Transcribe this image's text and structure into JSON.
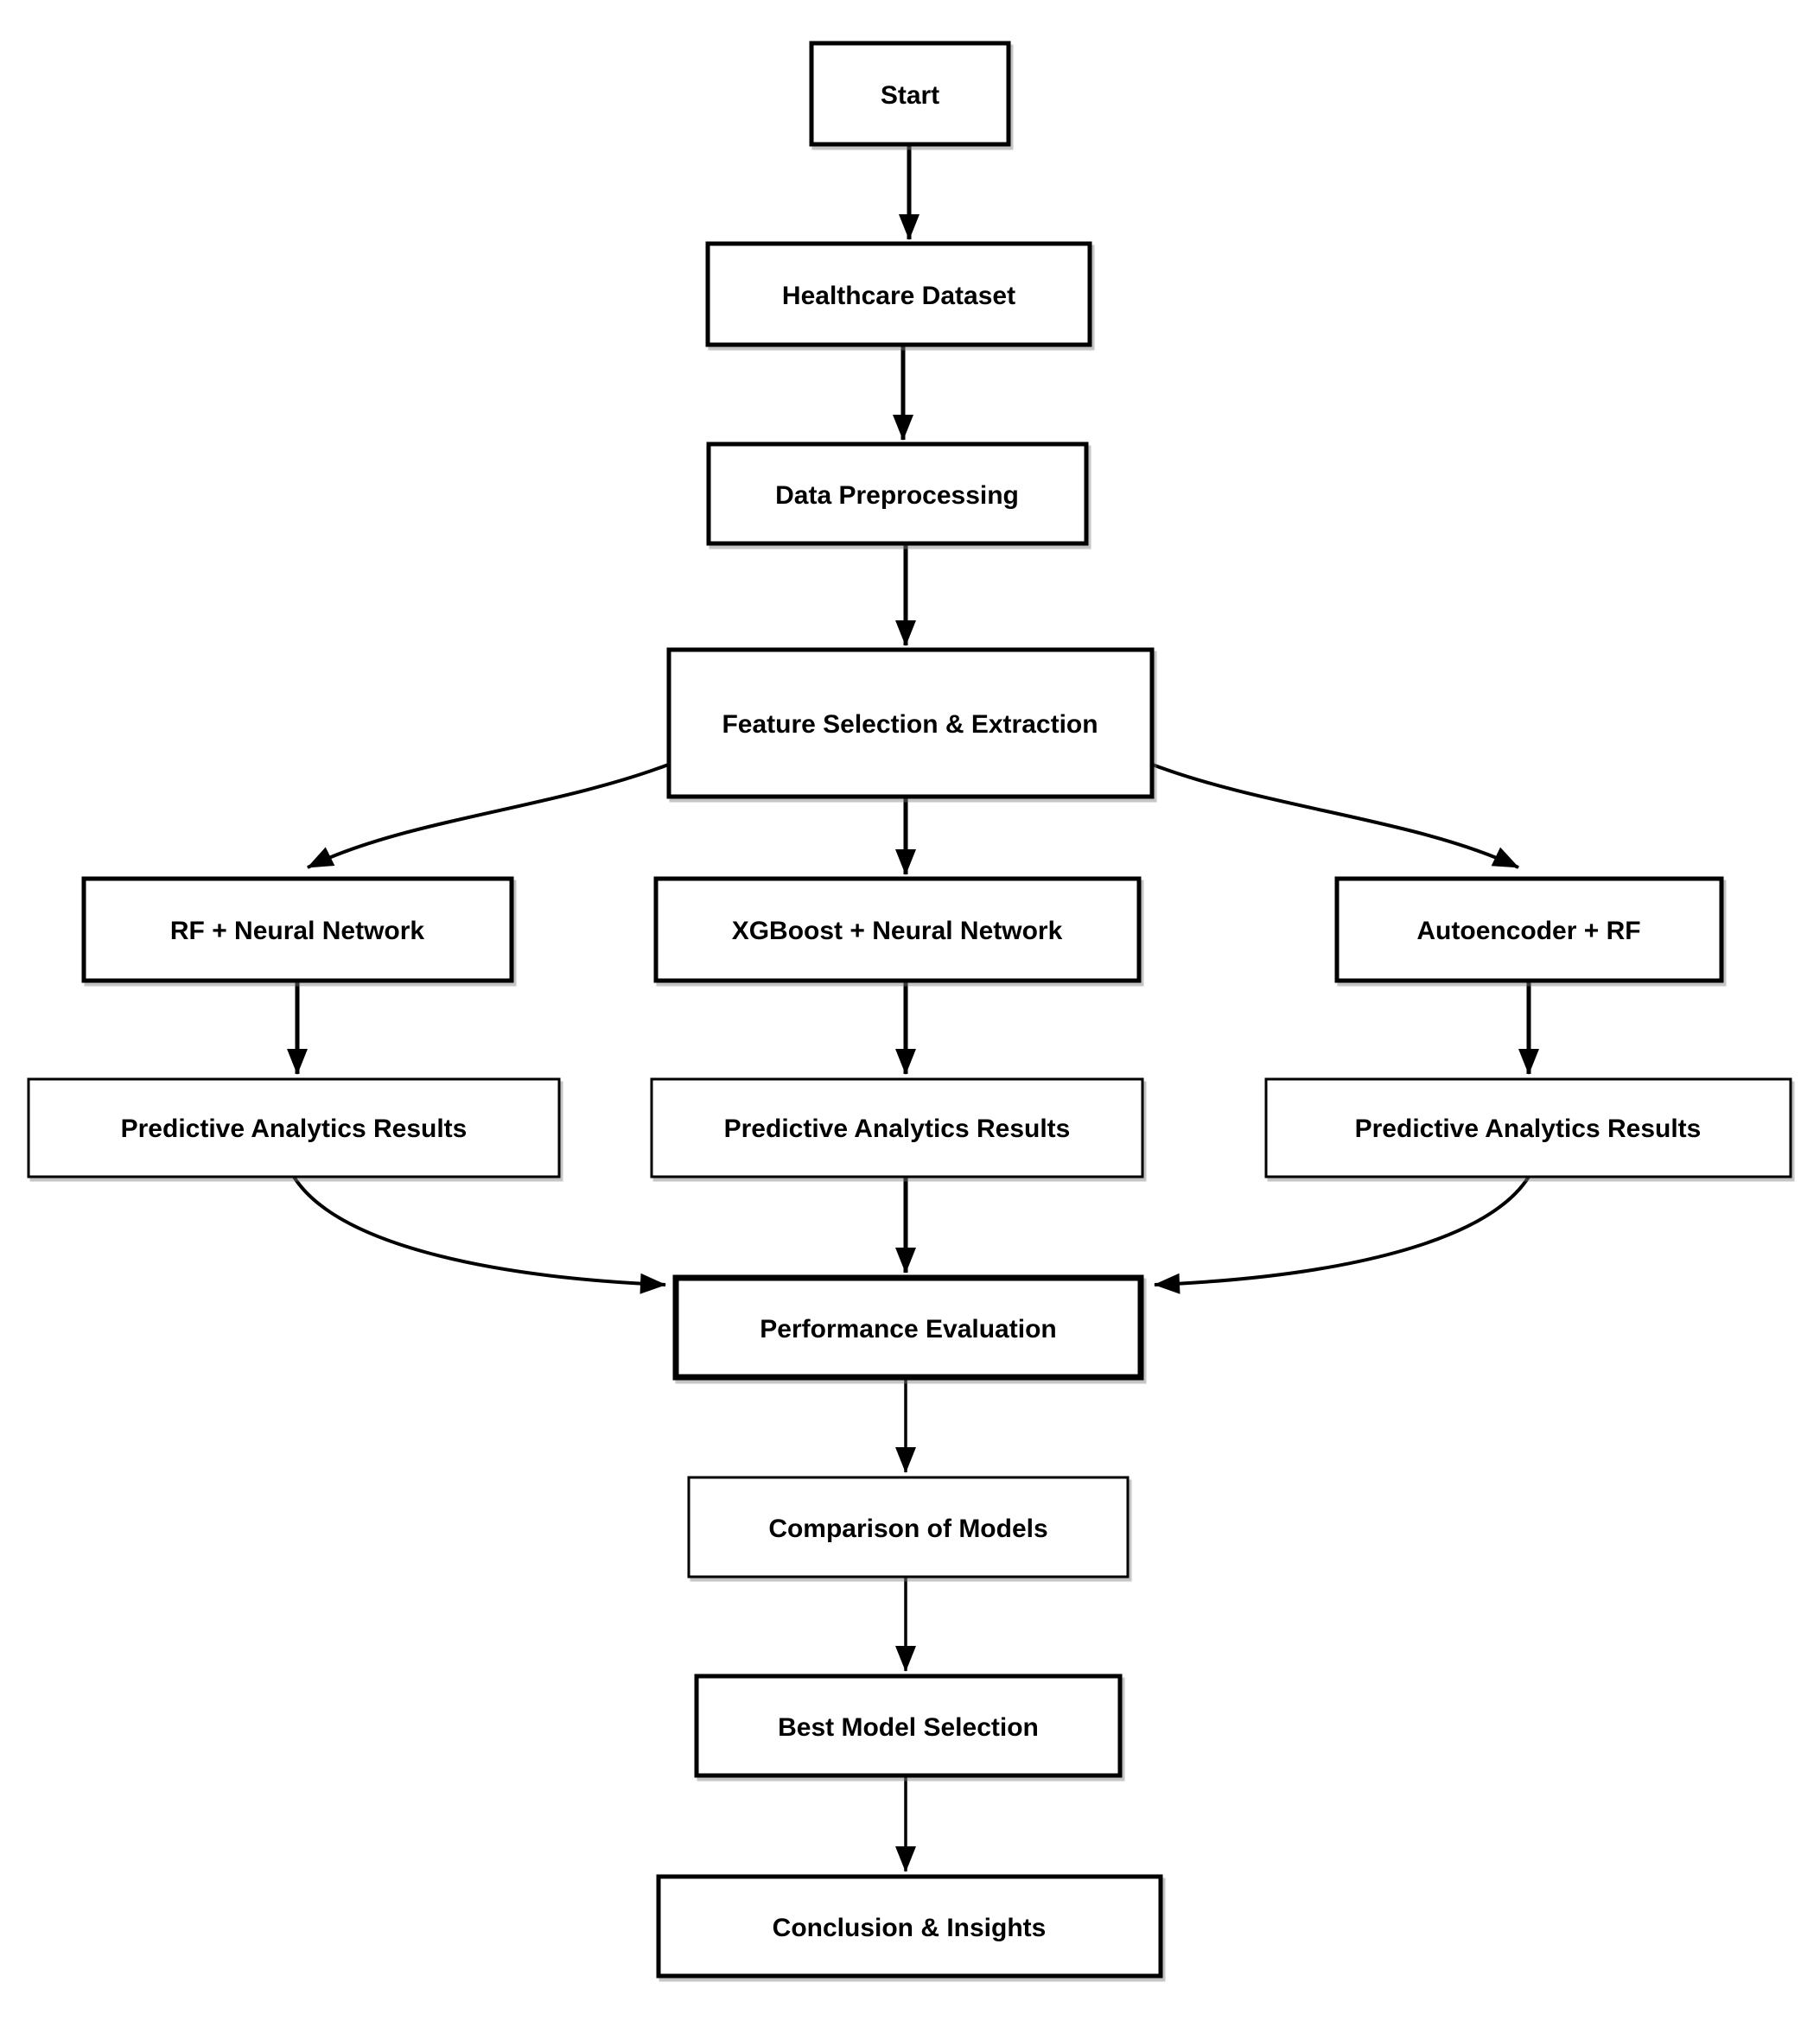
{
  "diagram": {
    "type": "flowchart",
    "colors": {
      "background": "#ffffff",
      "box_fill": "#ffffff",
      "box_stroke": "#000000",
      "arrow": "#000000",
      "text": "#000000"
    },
    "nodes": {
      "start": {
        "label": "Start"
      },
      "healthcare_dataset": {
        "label": "Healthcare Dataset"
      },
      "data_preprocessing": {
        "label": "Data Preprocessing"
      },
      "feature_selection": {
        "label": "Feature Selection & Extraction"
      },
      "rf_neural_network": {
        "label": "RF + Neural Network"
      },
      "xgboost_neural_network": {
        "label": "XGBoost + Neural Network"
      },
      "autoencoder_rf": {
        "label": "Autoencoder + RF"
      },
      "predictive_results_left": {
        "label": "Predictive Analytics Results"
      },
      "predictive_results_middle": {
        "label": "Predictive Analytics Results"
      },
      "predictive_results_right": {
        "label": "Predictive Analytics Results"
      },
      "performance_evaluation": {
        "label": "Performance Evaluation"
      },
      "comparison_of_models": {
        "label": "Comparison of Models"
      },
      "best_model_selection": {
        "label": "Best Model Selection"
      },
      "conclusion_insights": {
        "label": "Conclusion & Insights"
      }
    },
    "edges": [
      {
        "from": "Start",
        "to": "Healthcare Dataset"
      },
      {
        "from": "Healthcare Dataset",
        "to": "Data Preprocessing"
      },
      {
        "from": "Data Preprocessing",
        "to": "Feature Selection & Extraction"
      },
      {
        "from": "Feature Selection & Extraction",
        "to": "RF + Neural Network"
      },
      {
        "from": "Feature Selection & Extraction",
        "to": "XGBoost + Neural Network"
      },
      {
        "from": "Feature Selection & Extraction",
        "to": "Autoencoder + RF"
      },
      {
        "from": "RF + Neural Network",
        "to": "Predictive Analytics Results (left)"
      },
      {
        "from": "XGBoost + Neural Network",
        "to": "Predictive Analytics Results (middle)"
      },
      {
        "from": "Autoencoder + RF",
        "to": "Predictive Analytics Results (right)"
      },
      {
        "from": "Predictive Analytics Results (left)",
        "to": "Performance Evaluation"
      },
      {
        "from": "Predictive Analytics Results (middle)",
        "to": "Performance Evaluation"
      },
      {
        "from": "Predictive Analytics Results (right)",
        "to": "Performance Evaluation"
      },
      {
        "from": "Performance Evaluation",
        "to": "Comparison of Models"
      },
      {
        "from": "Comparison of Models",
        "to": "Best Model Selection"
      },
      {
        "from": "Best Model Selection",
        "to": "Conclusion & Insights"
      }
    ]
  }
}
